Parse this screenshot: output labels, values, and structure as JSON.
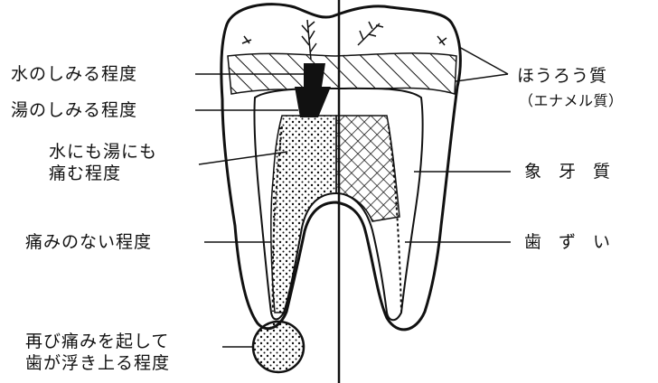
{
  "labels": {
    "mizu_shimiru": "水のしみる程度",
    "yu_shimiru": "湯のしみる程度",
    "mizu_yu_itamu": "水にも湯にも\n痛む程度",
    "itami_nai": "痛みのない程度",
    "futatabi_itami": "再び痛みを起して\n歯が浮き上る程度",
    "houroushitsu": "ほうろう質",
    "enamel": "（エナメル質）",
    "zougeshitsu": "象牙質",
    "shizui": "歯ずい"
  }
}
